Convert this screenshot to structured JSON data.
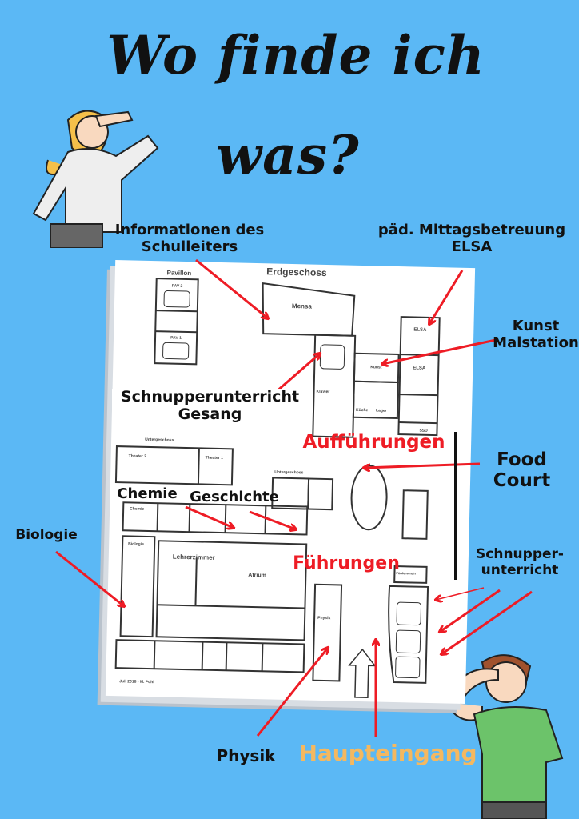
{
  "title": {
    "line1": "Wo finde ich",
    "line2": "was?"
  },
  "labels": {
    "schulleiter": [
      "Informationen des",
      "Schulleiters"
    ],
    "elsa": [
      "päd. Mittagsbetreuung",
      "ELSA"
    ],
    "kunst": [
      "Kunst",
      "Malstation"
    ],
    "gesang": [
      "Schnupperunterricht",
      "Gesang"
    ],
    "auffuehrungen": "Aufführungen",
    "food_court": [
      "Food",
      "Court"
    ],
    "chemie": "Chemie",
    "geschichte": "Geschichte",
    "biologie": "Biologie",
    "fuehrungen": "Führungen",
    "schnupper": [
      "Schnupper-",
      "unterricht"
    ],
    "physik": "Physik",
    "haupteingang": "Haupteingang"
  },
  "floorplan": {
    "erdgeschoss": "Erdgeschoss",
    "pavillon": "Pavillon",
    "pav2": "PAV 2",
    "pav1": "PAV 1",
    "mensa": "Mensa",
    "elsa1": "ELSA",
    "elsa2": "ELSA",
    "kunst": "Kunst",
    "kueche": "Küche",
    "lager": "Lager",
    "klavier": "Klavier",
    "ssd": "SSD",
    "untergeschoss1": "Untergeschoss",
    "untergeschoss2": "Untergeschoss",
    "theater1": "Theater 1",
    "theater2": "Theater 2",
    "lehrerzimmer": "Lehrerzimmer",
    "atrium": "Atrium",
    "chemie": "Chemie",
    "biologie": "Biologie",
    "physik": "Physik",
    "foerderverein": "Förderverein",
    "footer": "Juli 2018 - M. Pohl"
  },
  "colors": {
    "background": "#5bb8f5",
    "accent_red": "#ee1c25",
    "entrance": "#f4b860"
  }
}
